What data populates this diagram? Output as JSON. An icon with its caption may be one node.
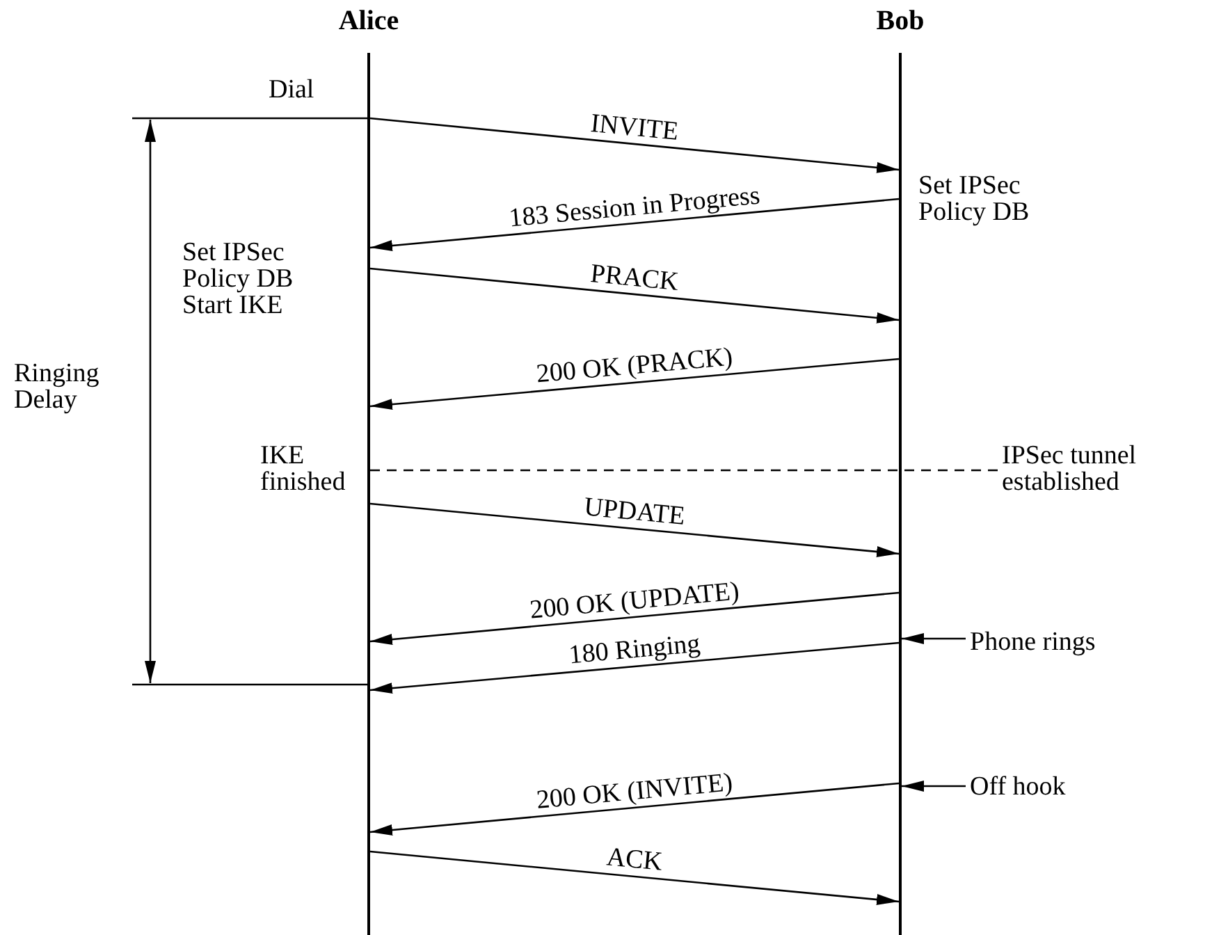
{
  "diagram": {
    "nodes": [
      {
        "text": [
          "Alice"
        ]
      },
      {
        "text": [
          "Bob"
        ]
      },
      {
        "text": [
          "IPSec tunnel established"
        ]
      },
      {
        "text": [
          "Phone rings"
        ]
      },
      {
        "text": [
          "Off hook"
        ]
      }
    ],
    "edges": [
      {
        "from": 0,
        "to": 1,
        "arrow": "to",
        "label": "INVITE"
      },
      {
        "from": 1,
        "to": 0,
        "arrow": "to",
        "label": "183 Session in Progress"
      },
      {
        "from": 0,
        "to": 1,
        "arrow": "to",
        "label": "PRACK"
      },
      {
        "from": 1,
        "to": 0,
        "arrow": "to",
        "label": "200 OK (PRACK)"
      },
      {
        "from": 0,
        "to": 2,
        "arrow": "none",
        "style": "dashed"
      },
      {
        "from": 0,
        "to": 1,
        "arrow": "to",
        "label": "UPDATE"
      },
      {
        "from": 1,
        "to": 0,
        "arrow": "to",
        "label": "200 OK (UPDATE)"
      },
      {
        "from": 1,
        "to": 0,
        "arrow": "to",
        "label": "180 Ringing"
      },
      {
        "from": 3,
        "to": 1,
        "arrow": "to"
      },
      {
        "from": 1,
        "to": 0,
        "arrow": "to",
        "label": "200 OK (INVITE)"
      },
      {
        "from": 4,
        "to": 1,
        "arrow": "to"
      },
      {
        "from": 0,
        "to": 1,
        "arrow": "to",
        "label": "ACK"
      }
    ],
    "labels": [
      "Dial",
      "Set IPSec Policy DB",
      "Set IPSec Policy DB Start IKE",
      "Ringing Delay",
      "IKE finished"
    ]
  }
}
